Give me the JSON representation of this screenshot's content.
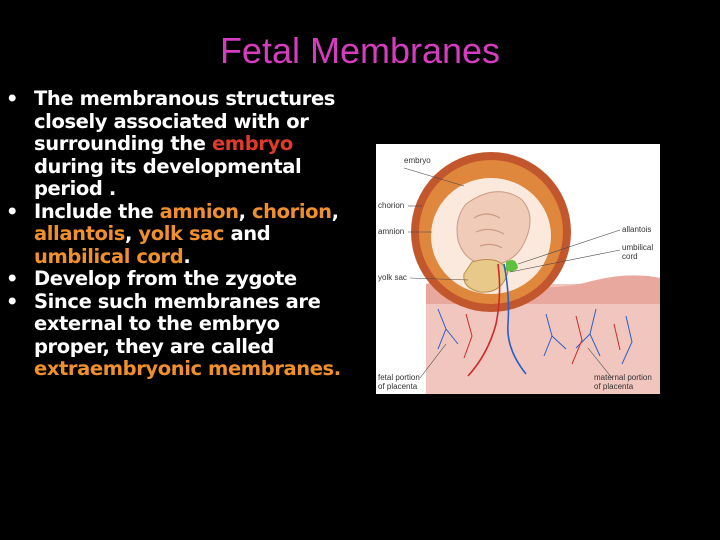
{
  "slide": {
    "title": "Fetal Membranes",
    "bullet_char": "•",
    "bullets": [
      {
        "parts": [
          "The membranous structures closely associated with or surrounding the ",
          "embryo",
          " during its developmental period ."
        ]
      },
      {
        "parts": [
          "Include the ",
          "amnion",
          ", ",
          "chorion",
          ", ",
          "allantois",
          ", ",
          "yolk sac",
          " and ",
          "umbilical cord",
          "."
        ]
      },
      {
        "parts": [
          " Develop from the zygote"
        ]
      },
      {
        "parts": [
          "Since such membranes are external to the embryo proper, they are called ",
          "extraembryonic membranes."
        ]
      }
    ]
  },
  "figure": {
    "labels": {
      "embryo": "embryo",
      "chorion": "chorion",
      "amnion": "amnion",
      "yolk_sac": "yolk sac",
      "allantois": "allantois",
      "umbilical_cord_1": "umbilical",
      "umbilical_cord_2": "cord",
      "fetal_portion_1": "fetal portion",
      "fetal_portion_2": "of placenta",
      "maternal_portion_1": "maternal portion",
      "maternal_portion_2": "of placenta"
    }
  },
  "colors": {
    "title": "#d63cc0",
    "highlight_red": "#e03a2a",
    "highlight_orange": "#f0902a",
    "text": "#ffffff",
    "background": "#000000"
  }
}
